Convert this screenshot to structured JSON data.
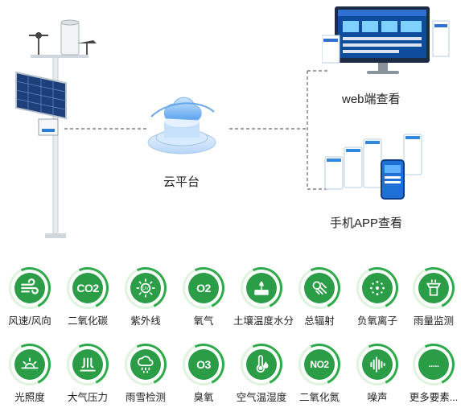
{
  "diagram": {
    "cloud_label": "云平台",
    "web_label": "web端查看",
    "app_label": "手机APP查看"
  },
  "sensors": [
    {
      "label": "风速/风向",
      "icon": "wind-icon"
    },
    {
      "label": "二氧化碳",
      "icon": "co2-icon",
      "text": "CO2"
    },
    {
      "label": "紫外线",
      "icon": "uv-icon",
      "text": "UV"
    },
    {
      "label": "氧气",
      "icon": "o2-icon",
      "text": "O2"
    },
    {
      "label": "土壤温度水分",
      "icon": "soil-icon"
    },
    {
      "label": "总辐射",
      "icon": "radiation-icon"
    },
    {
      "label": "负氧离子",
      "icon": "ion-icon"
    },
    {
      "label": "雨量监测",
      "icon": "rain-gauge-icon"
    },
    {
      "label": "光照度",
      "icon": "light-icon"
    },
    {
      "label": "大气压力",
      "icon": "pressure-icon"
    },
    {
      "label": "雨雪检测",
      "icon": "rain-snow-icon"
    },
    {
      "label": "臭氧",
      "icon": "o3-icon",
      "text": "O3"
    },
    {
      "label": "空气温湿度",
      "icon": "thermometer-icon"
    },
    {
      "label": "二氧化氮",
      "icon": "no2-icon",
      "text": "NO2"
    },
    {
      "label": "噪声",
      "icon": "noise-icon"
    },
    {
      "label": "更多要素...",
      "icon": "more-icon",
      "text": "....."
    }
  ],
  "colors": {
    "green": "#2a9d46",
    "ring": "#2eaa4a"
  }
}
